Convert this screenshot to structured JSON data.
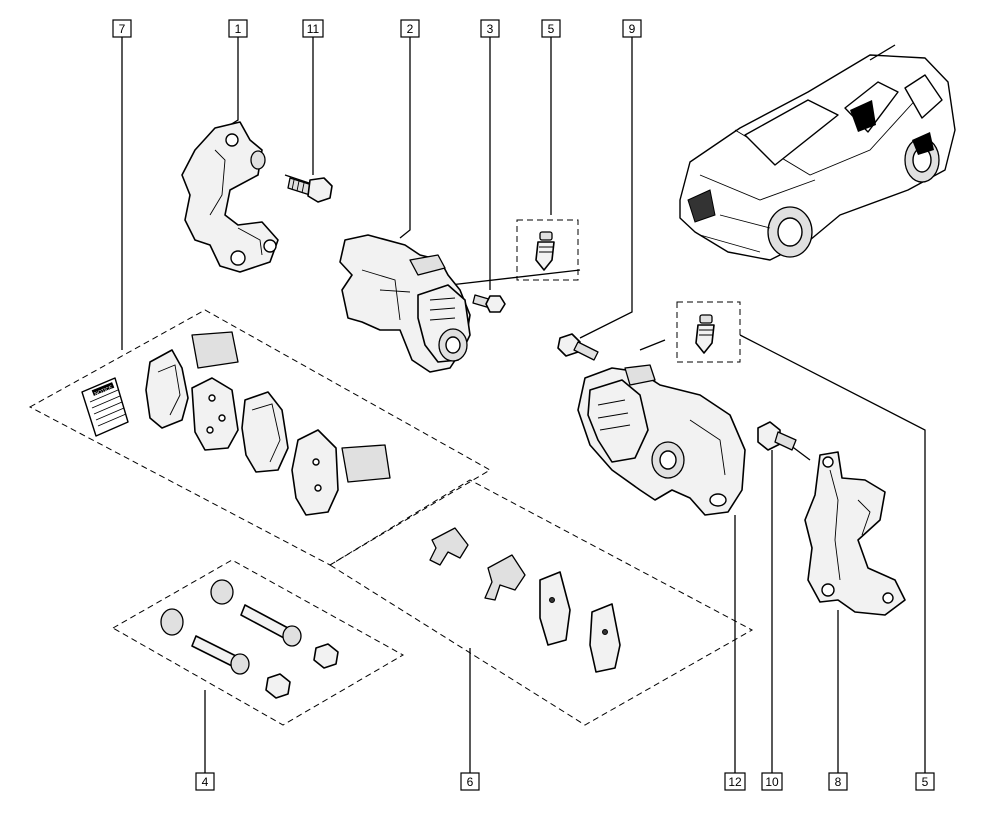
{
  "callouts": [
    {
      "id": "c7",
      "text": "7"
    },
    {
      "id": "c1",
      "text": "1"
    },
    {
      "id": "c11",
      "text": "11"
    },
    {
      "id": "c2",
      "text": "2"
    },
    {
      "id": "c3",
      "text": "3"
    },
    {
      "id": "c5a",
      "text": "5"
    },
    {
      "id": "c9",
      "text": "9"
    },
    {
      "id": "c4",
      "text": "4"
    },
    {
      "id": "c6",
      "text": "6"
    },
    {
      "id": "c12",
      "text": "12"
    },
    {
      "id": "c10",
      "text": "10"
    },
    {
      "id": "c8",
      "text": "8"
    },
    {
      "id": "c5b",
      "text": "5"
    }
  ],
  "notice_text": "NOTICE"
}
